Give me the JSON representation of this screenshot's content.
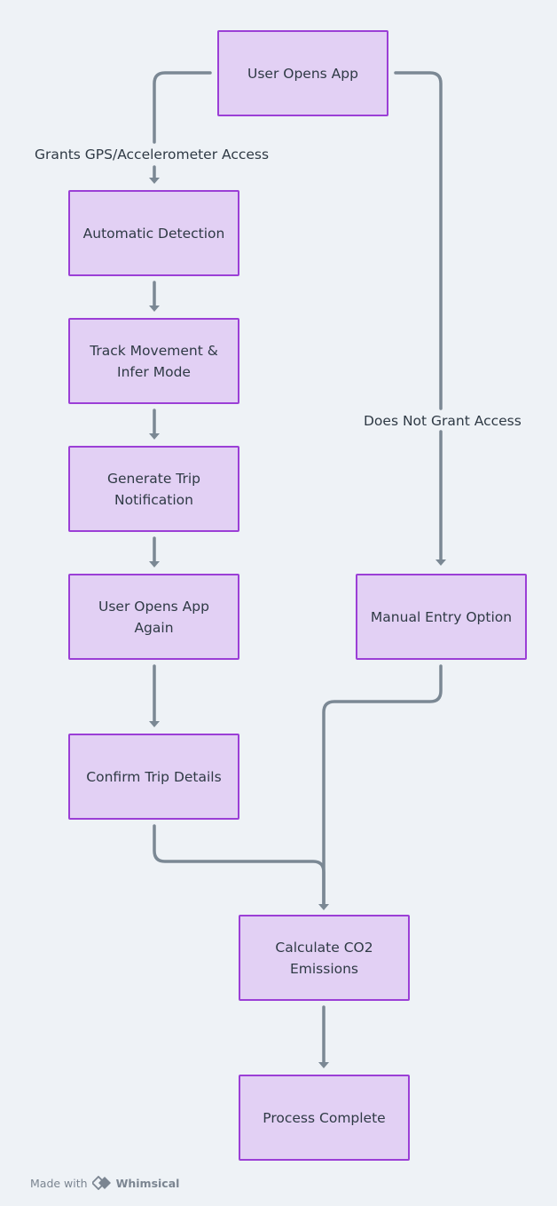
{
  "diagram": {
    "nodes": [
      {
        "id": "user-opens-app",
        "label": "User Opens App"
      },
      {
        "id": "automatic-detection",
        "label": "Automatic Detection"
      },
      {
        "id": "track-movement",
        "label": "Track Movement &\nInfer Mode"
      },
      {
        "id": "generate-notification",
        "label": "Generate Trip\nNotification"
      },
      {
        "id": "user-opens-app-again",
        "label": "User Opens App\nAgain"
      },
      {
        "id": "confirm-trip-details",
        "label": "Confirm Trip Details"
      },
      {
        "id": "manual-entry-option",
        "label": "Manual Entry Option"
      },
      {
        "id": "calculate-co2",
        "label": "Calculate CO2\nEmissions"
      },
      {
        "id": "process-complete",
        "label": "Process Complete"
      }
    ],
    "edges": [
      {
        "from": "user-opens-app",
        "to": "automatic-detection",
        "label": "Grants GPS/Accelerometer Access"
      },
      {
        "from": "user-opens-app",
        "to": "manual-entry-option",
        "label": "Does Not Grant Access"
      },
      {
        "from": "automatic-detection",
        "to": "track-movement",
        "label": ""
      },
      {
        "from": "track-movement",
        "to": "generate-notification",
        "label": ""
      },
      {
        "from": "generate-notification",
        "to": "user-opens-app-again",
        "label": ""
      },
      {
        "from": "user-opens-app-again",
        "to": "confirm-trip-details",
        "label": ""
      },
      {
        "from": "confirm-trip-details",
        "to": "calculate-co2",
        "label": ""
      },
      {
        "from": "manual-entry-option",
        "to": "calculate-co2",
        "label": ""
      },
      {
        "from": "calculate-co2",
        "to": "process-complete",
        "label": ""
      }
    ]
  },
  "footer": {
    "made_with": "Made with",
    "brand": "Whimsical",
    "brand_icon": "whimsical-logo-icon"
  },
  "colors": {
    "background": "#eef2f6",
    "node_fill": "#e2d0f4",
    "node_border": "#9b3fd6",
    "edge": "#7b8894",
    "text": "#2f3a45"
  }
}
